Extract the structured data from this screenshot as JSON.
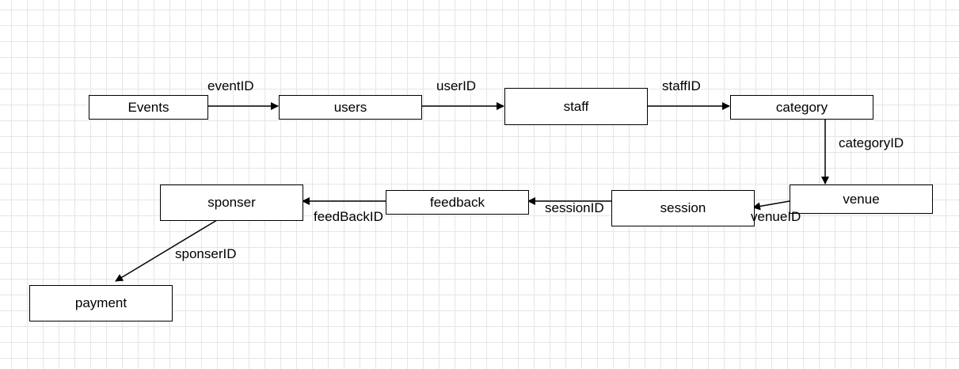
{
  "nodes": {
    "events": "Events",
    "users": "users",
    "staff": "staff",
    "category": "category",
    "venue": "venue",
    "session": "session",
    "feedback": "feedback",
    "sponser": "sponser",
    "payment": "payment"
  },
  "edges": {
    "events_users": "eventID",
    "users_staff": "userID",
    "staff_category": "staffID",
    "category_venue": "categoryID",
    "venue_session": "venueID",
    "session_feedback": "sessionID",
    "feedback_sponser": "feedBackID",
    "sponser_payment": "sponserID"
  }
}
